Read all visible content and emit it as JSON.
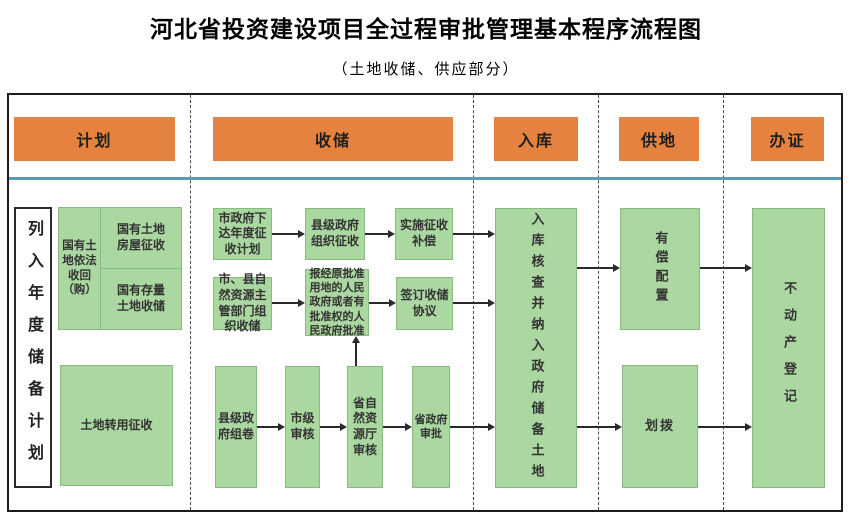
{
  "title": "河北省投资建设项目全过程审批管理基本程序流程图",
  "subtitle": "（土地收储、供应部分）",
  "headers": {
    "plan": "计划",
    "storage": "收储",
    "warehouse": "入库",
    "supply": "供地",
    "certificate": "办证"
  },
  "plan_column": {
    "annual_reserve_plan": "列入年度储备计划",
    "state_land_recovery": "国有土地依法收回（购）",
    "state_land_house_expropriation": "国有土地房屋征收",
    "state_stock_land_storage": "国有存量土地收储",
    "land_conversion_expropriation": "土地转用征收"
  },
  "storage_column": {
    "city_annual_plan": "市政府下达年度征收计划",
    "county_org_expropriation": "县级政府组织征收",
    "implement_compensation": "实施征收补偿",
    "city_county_org_storage": "市、县自然资源主管部门组织收储",
    "report_approval": "报经原批准用地的人民政府或者有批准权的人民政府批准",
    "sign_agreement": "签订收储协议",
    "county_case_filing": "县级政府组卷",
    "city_review": "市级审核",
    "provincial_dept_review": "省自然资源厅审核",
    "provincial_gov_approval": "省政府审批"
  },
  "warehouse_column": {
    "check_and_include": "入库核查并纳入政府储备土地"
  },
  "supply_column": {
    "paid_allocation": "有偿配置",
    "allocation": "划拨"
  },
  "certificate_column": {
    "real_estate_registration": "不动产登记"
  },
  "colors": {
    "header_orange": "#e6823f",
    "box_green_fill": "#abd7a1",
    "box_green_border": "#85bd7d",
    "divider_blue": "#5b9bb8",
    "frame_border": "#1c1c1c"
  }
}
